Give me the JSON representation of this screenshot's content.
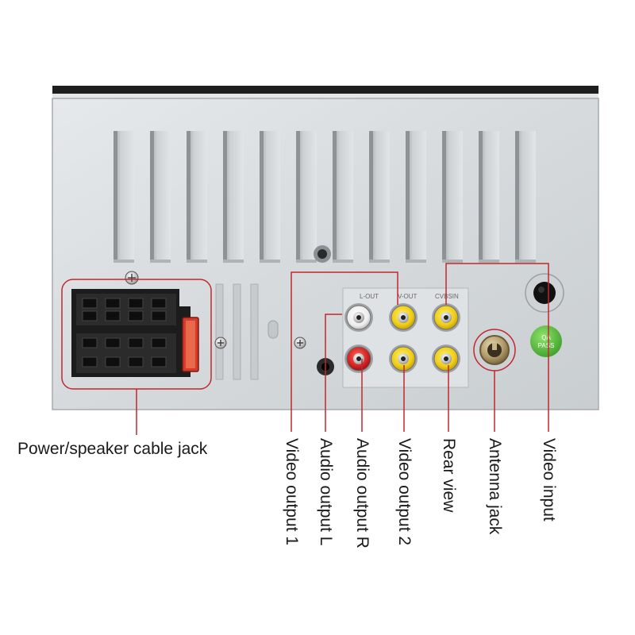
{
  "device": {
    "name": "car stereo rear panel",
    "colors": {
      "chassis": "#d9dde0",
      "chassis_dark": "#b9bec2",
      "connector_black": "#1c1c1c",
      "rca_yellow": "#f0d21a",
      "rca_red": "#d42222",
      "rca_white": "#f4f4f4",
      "callout_line": "#c0282d",
      "badge_green": "#5ec23f",
      "antenna_brass": "#b19b6a"
    },
    "badge": {
      "line1": "QA",
      "line2": "PASS"
    },
    "port_markings": [
      "L-OUT",
      "V-OUT",
      "CVBSIN"
    ]
  },
  "callouts": [
    {
      "id": "power-speaker-cable-jack",
      "label": "Power/speaker cable jack"
    },
    {
      "id": "video-output-1",
      "label": "Video output 1"
    },
    {
      "id": "audio-output-l",
      "label": "Audio output L"
    },
    {
      "id": "audio-output-r",
      "label": "Audio output R"
    },
    {
      "id": "video-output-2",
      "label": "Video output 2"
    },
    {
      "id": "rear-view",
      "label": "Rear view"
    },
    {
      "id": "antenna-jack",
      "label": "Antenna jack"
    },
    {
      "id": "video-input",
      "label": "Video input"
    }
  ]
}
